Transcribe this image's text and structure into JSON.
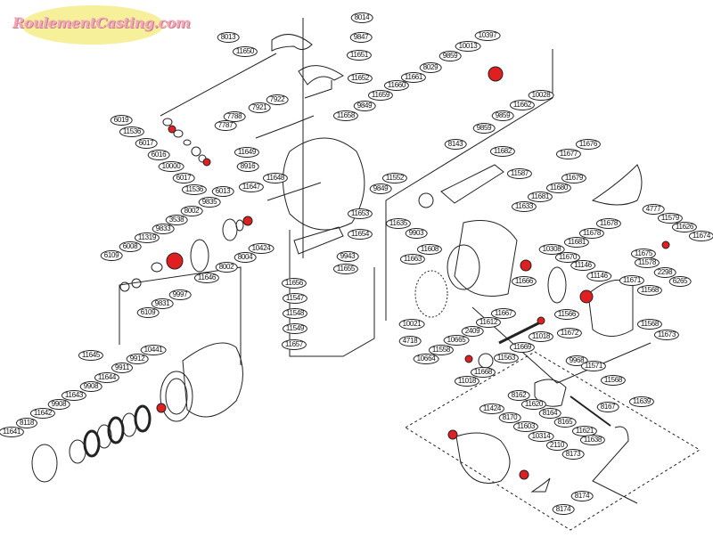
{
  "logo": {
    "text": "RoulementCasting.com"
  },
  "colors": {
    "bearing": "#e02020",
    "line": "#222222",
    "logo_bg": "#f7f09a",
    "logo_text": "#f2a8b8"
  },
  "callouts": [
    "8014",
    "8013",
    "9847",
    "11650",
    "11651",
    "11652",
    "7922",
    "7921",
    "7788",
    "7787",
    "11658",
    "11659",
    "11660",
    "11661",
    "8029",
    "9859",
    "10013",
    "10397",
    "11662",
    "10028",
    "9859",
    "9859",
    "8143",
    "9849",
    "11552",
    "9849",
    "6019",
    "11536",
    "6017",
    "6016",
    "10000",
    "6017",
    "11536",
    "11649",
    "8916",
    "11648",
    "11647",
    "6013",
    "9835",
    "8002",
    "3538",
    "9833",
    "11319",
    "6008",
    "6109",
    "10424",
    "8004",
    "8002",
    "11646",
    "9997",
    "9831",
    "6109",
    "9943",
    "11655",
    "11656",
    "11547",
    "11548",
    "11549",
    "11657",
    "11653",
    "11654",
    "11682",
    "11587",
    "11633",
    "11681",
    "11680",
    "11679",
    "11676",
    "11677",
    "11678",
    "11678",
    "11681",
    "11635",
    "9903",
    "11608",
    "11663",
    "10308",
    "11670",
    "11146",
    "11146",
    "4777",
    "11579",
    "11626",
    "11674",
    "11675",
    "11578",
    "2298",
    "6265",
    "11671",
    "11568",
    "11566",
    "11672",
    "11568",
    "11673",
    "9968",
    "11571",
    "11568",
    "11666",
    "11667",
    "11612",
    "2409",
    "10665",
    "10021",
    "4718",
    "11558",
    "10664",
    "11669",
    "11018",
    "11563",
    "11668",
    "11018",
    "8162",
    "11620",
    "8164",
    "8165",
    "8167",
    "11639",
    "11621",
    "11638",
    "11424",
    "8170",
    "11603",
    "10314",
    "2110",
    "8173",
    "8174",
    "8174",
    "11645",
    "10441",
    "9912",
    "9911",
    "11644",
    "9908",
    "11643",
    "9908",
    "11642",
    "8118",
    "11641"
  ]
}
